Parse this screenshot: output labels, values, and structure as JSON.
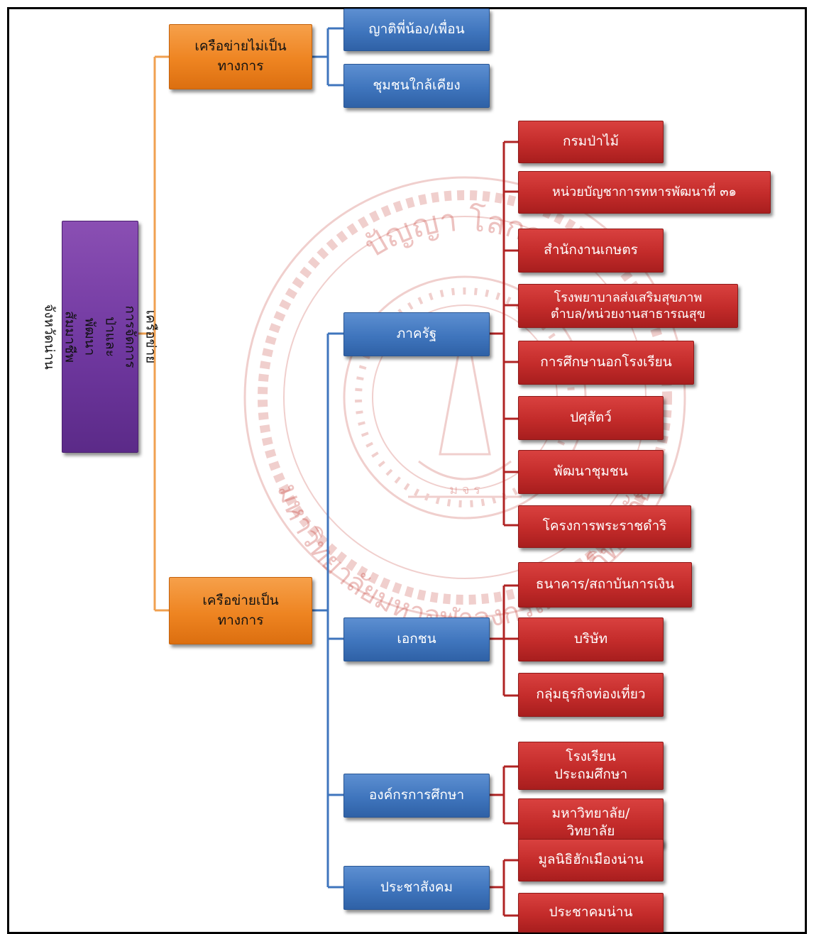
{
  "root": {
    "label": "เครือข่ายการจัดการป่าและ\nพัฒนาสัมมาชีพจังหวัดน่าน"
  },
  "informal": {
    "label": "เครือข่ายไม่เป็น\nทางการ",
    "children": [
      "ญาติพี่น้อง/เพื่อน",
      "ชุมชนใกล้เคียง"
    ]
  },
  "formal": {
    "label": "เครือข่ายเป็น\nทางการ",
    "groups": [
      {
        "label": "ภาครัฐ",
        "children": [
          "กรมป่าไม้",
          "หน่วยบัญชาการทหารพัฒนาที่ ๓๑",
          "สำนักงานเกษตร",
          "โรงพยาบาลส่งเสริมสุขภาพ\nตำบล/หน่วยงานสาธารณสุข",
          "การศึกษานอกโรงเรียน",
          "ปศุสัตว์",
          "พัฒนาชุมชน",
          "โครงการพระราชดำริ"
        ]
      },
      {
        "label": "เอกชน",
        "children": [
          "ธนาคาร/สถาบันการเงิน",
          "บริษัท",
          "กลุ่มธุรกิจท่องเที่ยว"
        ]
      },
      {
        "label": "องค์กรการศึกษา",
        "children": [
          "โรงเรียน\nประถมศึกษา",
          "มหาวิทยาลัย/\nวิทยาลัย"
        ]
      },
      {
        "label": "ประชาสังคม",
        "children": [
          "มูลนิธิฮักเมืองน่าน",
          "ประชาคมน่าน"
        ]
      }
    ]
  },
  "watermark": {
    "top_text": "ปัญญา โลกสฺมิ",
    "bottom_text": "มหาวิทยาลัยมหาจุฬาลงกรณราชวิทยาลัย",
    "seal_letters": "ม จ ร"
  },
  "colors": {
    "root": "#7038a0",
    "level1": "#ee8421",
    "level2": "#3f75bd",
    "level3": "#c32b2a",
    "connector_orange": "#f0a050",
    "connector_blue": "#3f75bd",
    "connector_red": "#b02424"
  }
}
